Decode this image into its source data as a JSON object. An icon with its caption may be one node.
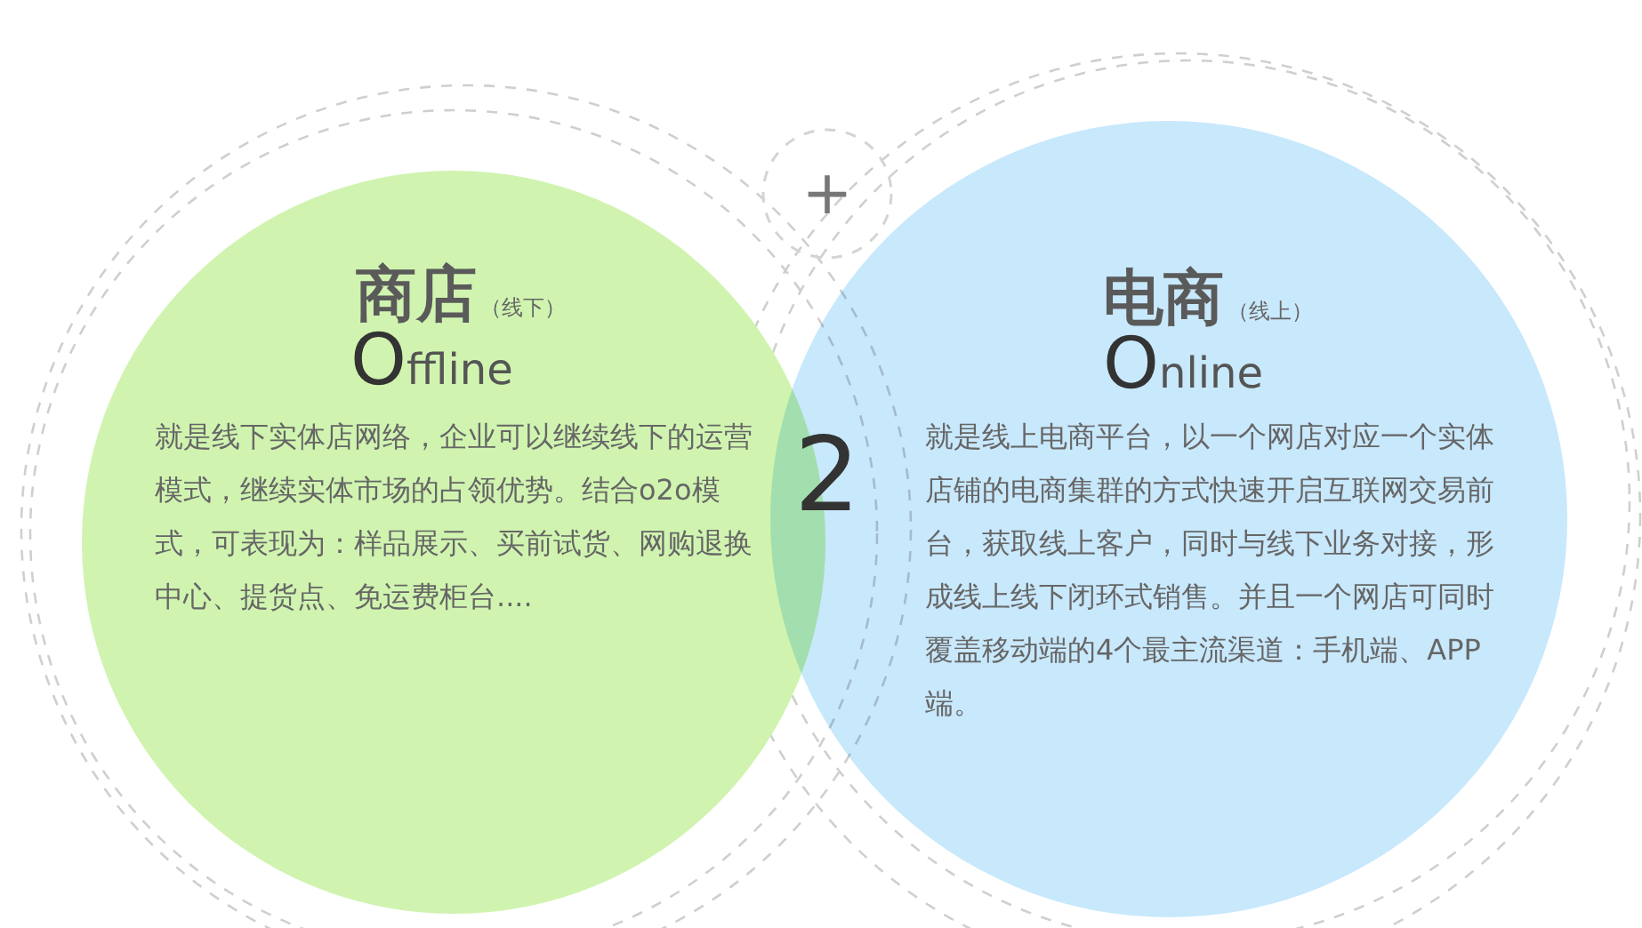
{
  "diagram": {
    "nodes": [
      {
        "text": [
          "商店",
          "（线下）",
          "Offline",
          "就是线下实体店网络，企业可以继续线下的运营模式，继续实体市场的占领优势。结合o2o模式，可表现为：样品展示、买前试货、网购退换中心、提货点、免运费柜台...."
        ]
      },
      {
        "text": [
          "电商",
          "（线上）",
          "Online",
          "就是线上电商平台，以一个网店对应一个实体店铺的电商集群的方式快速开启互联网交易前台，获取线上客户，同时与线下业务对接，形成线上线下闭环式销售。并且一个网店可同时覆盖移动端的4个最主流渠道：手机端、APP端。"
        ]
      },
      {
        "text": [
          "+"
        ]
      }
    ],
    "labels": [
      "2"
    ]
  }
}
